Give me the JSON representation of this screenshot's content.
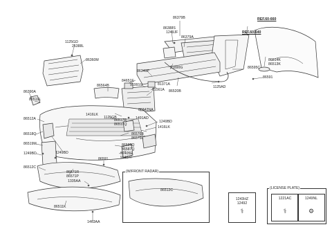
{
  "callouts": [
    {
      "id": "86379B",
      "text": "86379B"
    },
    {
      "id": "REF60660",
      "text": "REF.60-660"
    },
    {
      "id": "REF60640",
      "text": "REF.60-640"
    },
    {
      "id": "1125GD",
      "text": "1125GD"
    },
    {
      "id": "25388L",
      "text": "25388L"
    },
    {
      "id": "86360M",
      "text": "86360M"
    },
    {
      "id": "86388S",
      "text": "86388S"
    },
    {
      "id": "1249JF",
      "text": "1249JF"
    },
    {
      "id": "86379A",
      "text": "86379A"
    },
    {
      "id": "86514K",
      "text": "86514K"
    },
    {
      "id": "86513K",
      "text": "86513K"
    },
    {
      "id": "86595C",
      "text": "86595C"
    },
    {
      "id": "86591a",
      "text": "86591"
    },
    {
      "id": "91890G",
      "text": "91890G"
    },
    {
      "id": "86340P",
      "text": "86340P"
    },
    {
      "id": "84651E",
      "text": "84651E"
    },
    {
      "id": "91991G",
      "text": "91991G"
    },
    {
      "id": "81371A",
      "text": "81371A"
    },
    {
      "id": "81561A",
      "text": "81561A"
    },
    {
      "id": "86520B",
      "text": "86520B"
    },
    {
      "id": "1125AD",
      "text": "1125AD"
    },
    {
      "id": "86564B",
      "text": "86564B"
    },
    {
      "id": "86390A",
      "text": "86390A"
    },
    {
      "id": "86519L",
      "text": "86519L"
    },
    {
      "id": "86342NA",
      "text": "86342NA"
    },
    {
      "id": "1416LKa",
      "text": "1416LK"
    },
    {
      "id": "1125GB",
      "text": "1125GB"
    },
    {
      "id": "86517R",
      "text": "86517R"
    },
    {
      "id": "86517Q",
      "text": "86517Q"
    },
    {
      "id": "1491AD",
      "text": "1491AD"
    },
    {
      "id": "1249BDa",
      "text": "1249BD"
    },
    {
      "id": "1416LKb",
      "text": "1416LK"
    },
    {
      "id": "86512A",
      "text": "86512A"
    },
    {
      "id": "86518Q",
      "text": "86518Q"
    },
    {
      "id": "86576B",
      "text": "86576B"
    },
    {
      "id": "86575L",
      "text": "86575L"
    },
    {
      "id": "86519M",
      "text": "86519M"
    },
    {
      "id": "86586Q",
      "text": "86586Q"
    },
    {
      "id": "86587Q",
      "text": "86587Q"
    },
    {
      "id": "1249BDb",
      "text": "1249BD"
    },
    {
      "id": "92405E",
      "text": "92405E"
    },
    {
      "id": "92407F",
      "text": "92407F"
    },
    {
      "id": "1249BDc",
      "text": "1249BD"
    },
    {
      "id": "86591b",
      "text": "86591"
    },
    {
      "id": "86512C",
      "text": "86512C"
    },
    {
      "id": "86571R",
      "text": "86571R"
    },
    {
      "id": "86571P",
      "text": "86571P"
    },
    {
      "id": "1335AA",
      "text": "1335AA"
    },
    {
      "id": "86511K",
      "text": "86511K"
    },
    {
      "id": "1463AA",
      "text": "1463AA"
    }
  ],
  "radar_box": {
    "title": "(W/FRONT RADAR)",
    "part": "86512C"
  },
  "fastener_cell": {
    "parts": [
      "1243HZ",
      "12492"
    ]
  },
  "license_plate": {
    "title": "(LICENSE PLATE)",
    "parts": [
      "1221AC",
      "1249NL"
    ]
  }
}
